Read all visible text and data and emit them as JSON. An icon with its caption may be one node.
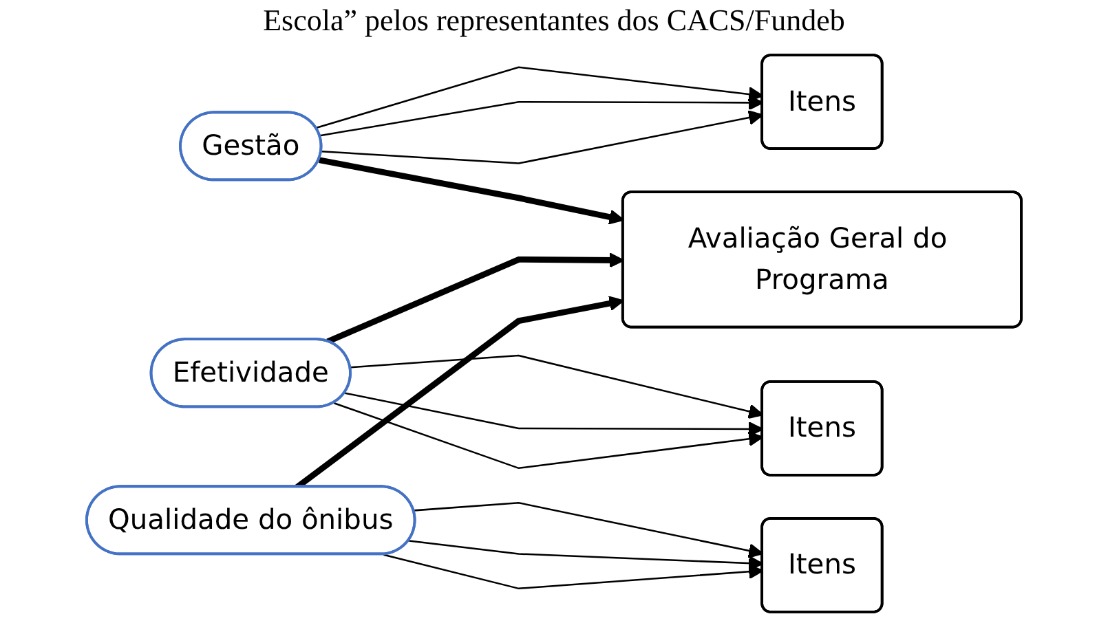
{
  "diagram": {
    "title": "Escola” pelos representantes dos CACS/Fundeb",
    "nodes": [
      {
        "text": [
          "Itens"
        ]
      },
      {
        "text": [
          "Gestão"
        ]
      },
      {
        "text": [
          "Itens"
        ]
      },
      {
        "text": [
          "Efetividade"
        ]
      },
      {
        "text": [
          "Itens"
        ]
      },
      {
        "text": [
          "Qualidade do ônibus"
        ]
      },
      {
        "text": [
          "Avaliação Geral do Programa"
        ]
      }
    ],
    "edges": [
      {
        "from": 1,
        "to": 0,
        "arrow": "to"
      },
      {
        "from": 1,
        "to": 0,
        "arrow": "to"
      },
      {
        "from": 1,
        "to": 0,
        "arrow": "to"
      },
      {
        "from": 3,
        "to": 2,
        "arrow": "to"
      },
      {
        "from": 3,
        "to": 2,
        "arrow": "to"
      },
      {
        "from": 3,
        "to": 2,
        "arrow": "to"
      },
      {
        "from": 5,
        "to": 4,
        "arrow": "to"
      },
      {
        "from": 5,
        "to": 4,
        "arrow": "to"
      },
      {
        "from": 5,
        "to": 4,
        "arrow": "to"
      },
      {
        "from": 1,
        "to": 6,
        "arrow": "to",
        "style": "thick"
      },
      {
        "from": 3,
        "to": 6,
        "arrow": "to",
        "style": "thick"
      },
      {
        "from": 5,
        "to": 6,
        "arrow": "to",
        "style": "thick"
      }
    ]
  }
}
